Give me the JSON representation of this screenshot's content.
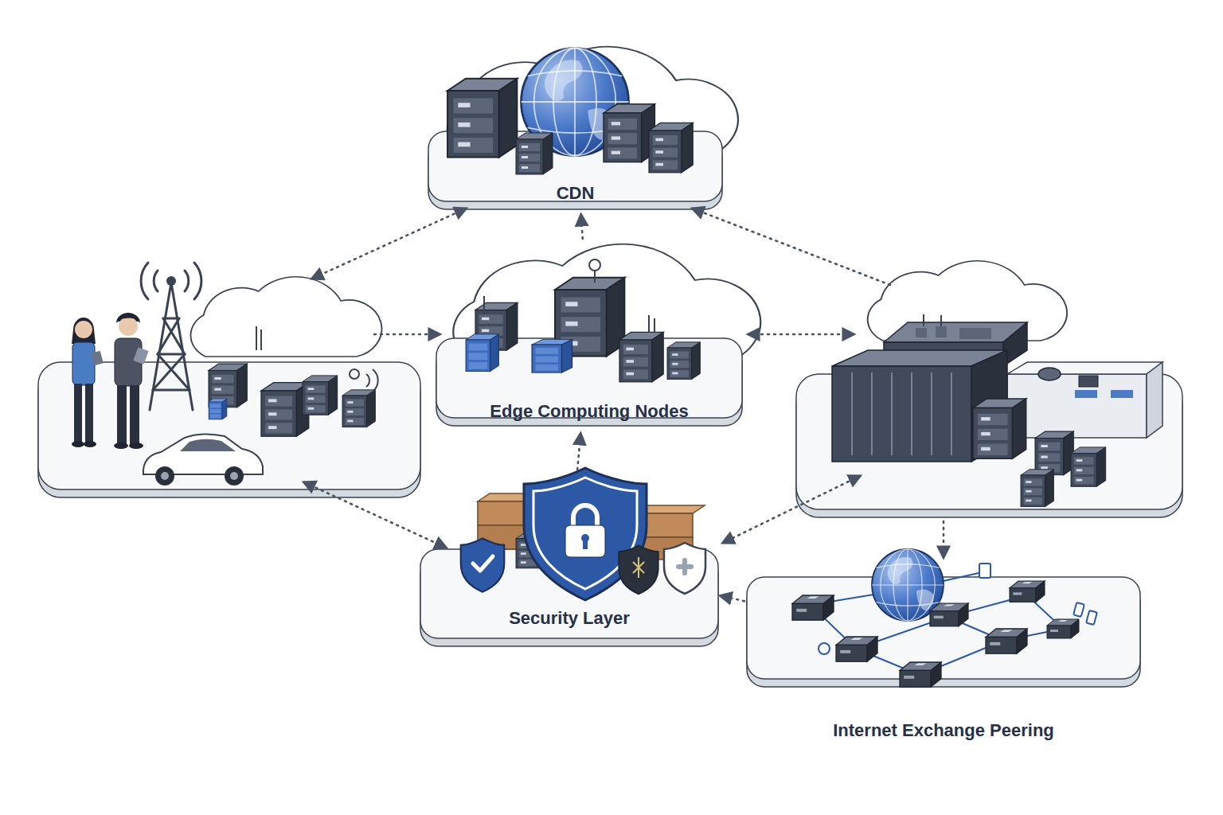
{
  "diagram": {
    "nodes": [
      {
        "text": [
          "CDN"
        ]
      },
      {
        "text": [
          "Edge Computing Nodes"
        ]
      },
      {
        "text": [
          "Security Layer"
        ]
      },
      {
        "text": [
          "Internet Exchange Peering"
        ]
      }
    ],
    "edges": [
      {
        "from": 1,
        "to": 0,
        "arrow": "to"
      },
      {
        "from": 2,
        "to": 1,
        "arrow": "to"
      },
      {
        "from": 3,
        "to": 2,
        "arrow": "to"
      }
    ]
  }
}
